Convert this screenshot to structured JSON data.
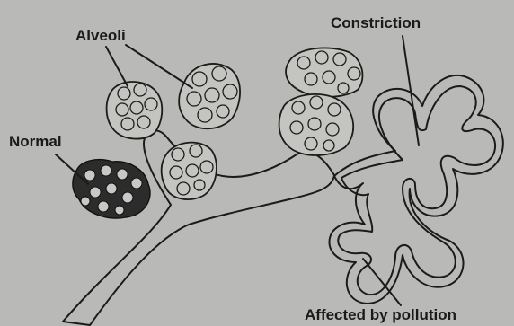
{
  "labels": {
    "alveoli": "Alveoli",
    "constriction": "Constriction",
    "normal": "Normal",
    "affected": "Affected by pollution"
  },
  "colors": {
    "background": "#b9bab7",
    "ink": "#1b1b1b"
  }
}
